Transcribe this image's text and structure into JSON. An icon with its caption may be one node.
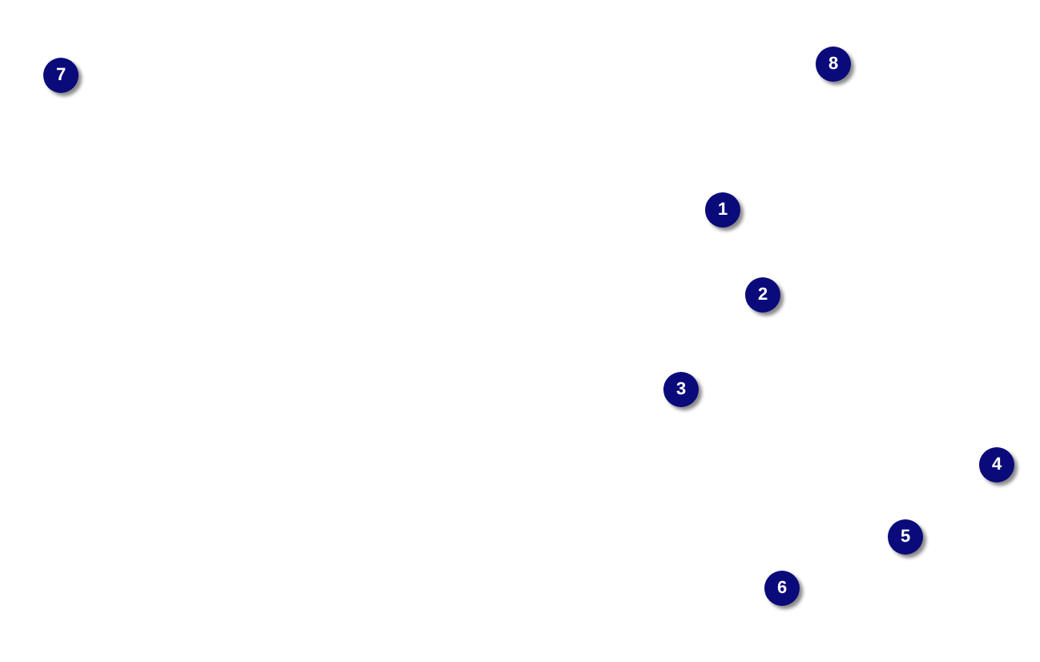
{
  "diagram": {
    "labels": [
      "7",
      "8",
      "1",
      "2",
      "3",
      "4",
      "5",
      "6"
    ]
  }
}
